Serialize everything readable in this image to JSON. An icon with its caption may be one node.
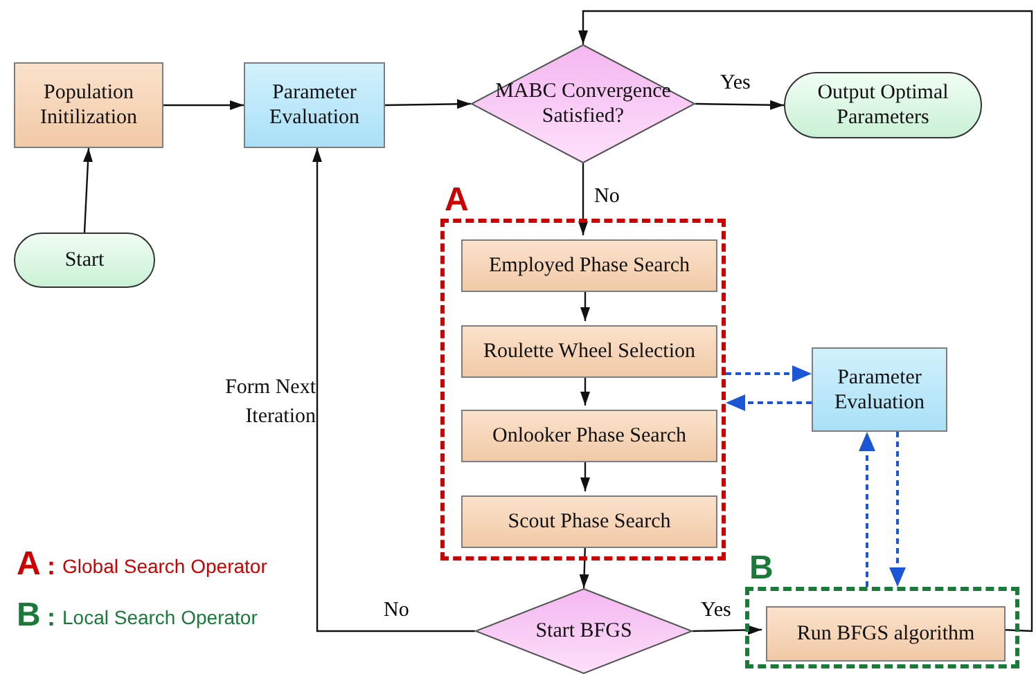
{
  "diagram": {
    "nodes": [
      {
        "text": [
          "Population Initilization"
        ]
      },
      {
        "text": [
          "Parameter Evaluation"
        ]
      },
      {
        "text": [
          "MABC Convergence Satisfied?"
        ]
      },
      {
        "text": [
          "Output Optimal Parameters"
        ]
      },
      {
        "text": [
          "Start"
        ]
      },
      {
        "text": [
          "A"
        ]
      },
      {
        "text": [
          "Employed Phase Search"
        ],
        "in": 5
      },
      {
        "text": [
          "Roulette Wheel Selection"
        ],
        "in": 5
      },
      {
        "text": [
          "Onlooker Phase Search"
        ],
        "in": 5
      },
      {
        "text": [
          "Scout Phase Search"
        ],
        "in": 5
      },
      {
        "text": [
          "Parameter Evaluation"
        ]
      },
      {
        "text": [
          "Start BFGS"
        ]
      },
      {
        "text": [
          "B"
        ]
      },
      {
        "text": [
          "Run BFGS algorithm"
        ],
        "in": 12
      }
    ],
    "edges": [
      {
        "from": 4,
        "to": 0,
        "arrow": "to"
      },
      {
        "from": 0,
        "to": 1,
        "arrow": "to"
      },
      {
        "from": 1,
        "to": 2,
        "arrow": "to"
      },
      {
        "from": 2,
        "to": 3,
        "arrow": "to",
        "label": "Yes"
      },
      {
        "from": 2,
        "to": 6,
        "arrow": "to",
        "label": "No"
      },
      {
        "from": 6,
        "to": 7,
        "arrow": "to"
      },
      {
        "from": 7,
        "to": 8,
        "arrow": "to"
      },
      {
        "from": 8,
        "to": 9,
        "arrow": "to"
      },
      {
        "from": 9,
        "to": 11,
        "arrow": "to"
      },
      {
        "from": 11,
        "to": 13,
        "arrow": "to",
        "label": "Yes"
      },
      {
        "from": 11,
        "to": 1,
        "arrow": "to",
        "label": "No"
      },
      {
        "from": 13,
        "to": 2,
        "arrow": "to"
      },
      {
        "from": 5,
        "to": 10,
        "arrow": "to",
        "style": "dashed",
        "color": "#1a56d6"
      },
      {
        "from": 10,
        "to": 5,
        "arrow": "to",
        "style": "dashed",
        "color": "#1a56d6"
      },
      {
        "from": 12,
        "to": 10,
        "arrow": "to",
        "style": "dashed",
        "color": "#1a56d6"
      },
      {
        "from": 10,
        "to": 12,
        "arrow": "to",
        "style": "dashed",
        "color": "#1a56d6"
      }
    ],
    "labels": [
      "Form Next Iteration",
      "A",
      ":",
      "Global Search Operator",
      "B",
      ":",
      "Local Search Operator"
    ]
  }
}
